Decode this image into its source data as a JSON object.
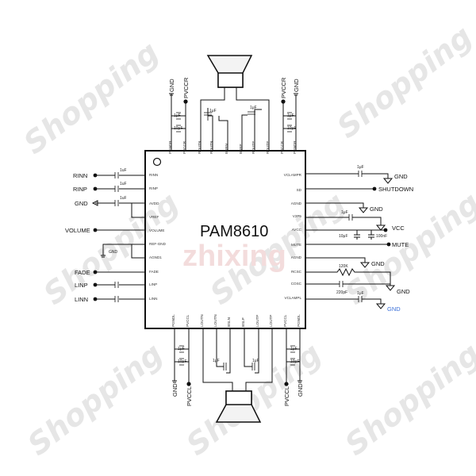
{
  "chip": {
    "name": "PAM8610",
    "bg_watermark": "zhixing",
    "pins_top": [
      "PGNDR",
      "PVCCR",
      "ROUTN",
      "ROUTN",
      "BSRN",
      "BSRP",
      "ROUTP",
      "ROUTP",
      "PVCCR",
      "PGNDR"
    ],
    "pins_left": [
      "RINN",
      "RINP",
      "AVDD",
      "VREF",
      "VOLUME",
      "REF-GND",
      "AGND1",
      "FADE",
      "LINP",
      "LINN"
    ],
    "pins_right": [
      "VCLAMPR",
      "SD",
      "AGND",
      "V2P5",
      "AVCC",
      "MUTE",
      "AGND",
      "RCSC",
      "COSC",
      "VCLAMPL"
    ],
    "pins_bottom": [
      "PGNDL",
      "PVCCL",
      "LOUTN",
      "LOUTN",
      "BSLN",
      "BSLP",
      "LOUTP",
      "LOUTP",
      "PVCCL",
      "PGNDL"
    ]
  },
  "labels": {
    "left": {
      "rinn": "RINN",
      "rinp": "RINP",
      "gnd": "GND",
      "volume": "VOLUME",
      "gnd_small": "GND",
      "fade": "FADE",
      "linp": "LINP",
      "linn": "LINN"
    },
    "right": {
      "gnd1": "GND",
      "shutdown": "SHUTDOWN",
      "gnd2": "GND",
      "vcc": "VCC",
      "mute": "MUTE",
      "gnd3": "GND",
      "gnd4": "GND",
      "gnd5": "GND"
    },
    "top": {
      "gnd_left": "GND",
      "pvccr_left": "PVCCR",
      "pvccr_right": "PVCCR",
      "gnd_right": "GND"
    },
    "bottom": {
      "gnd_left": "GND",
      "pvccl_left": "PVCCL",
      "pvccl_right": "PVCCL",
      "gnd_right": "GND"
    }
  },
  "components": {
    "c_rinn": "1uF",
    "c_rinp": "1uF",
    "c_avdd": "1uF",
    "c_vclampr": "1μF",
    "c_v2p5": "1μF",
    "c_avcc1": "10μF",
    "c_avcc2": "100nF",
    "r_rcsc": "120K",
    "c_cosc": "220pF",
    "c_vclampl": "1μF",
    "c_top_l1": "1μF",
    "c_top_l2": "10μF",
    "c_top_r1": "1μF",
    "c_top_r2": "10μF",
    "c_bsr1": "1μF",
    "c_bsr2": "1μF",
    "c_bot_l1": "1μF",
    "c_bot_l2": "10μF",
    "c_bot_r1": "1μF",
    "c_bot_r2": "10μF",
    "c_bsl1": "1μF",
    "c_bsl2": "1μF"
  },
  "watermarks": [
    "Shopping",
    "Shopping",
    "Shopping",
    "Shopping",
    "Shopping",
    "Shopping",
    "Shopping",
    "Shopping"
  ],
  "colors": {
    "line": "#111111",
    "watermark": "#e6e6e6",
    "accent_gnd": "#3a6fd8"
  }
}
